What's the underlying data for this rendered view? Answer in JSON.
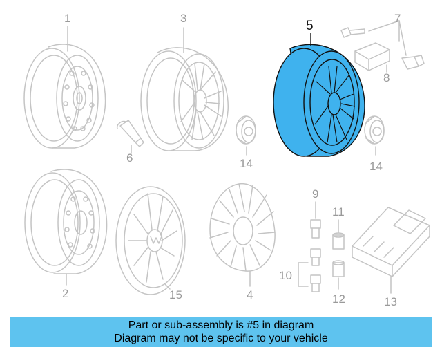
{
  "diagram": {
    "colors": {
      "line": "#c4c4c4",
      "highlight": "#3fb2ee",
      "highlight_stroke": "#111111"
    },
    "callouts": {
      "c1": "1",
      "c2": "2",
      "c3": "3",
      "c4": "4",
      "c5": "5",
      "c6": "6",
      "c7": "7",
      "c8": "8",
      "c9": "9",
      "c10": "10",
      "c11": "11",
      "c12": "12",
      "c13": "13",
      "c14a": "14",
      "c14b": "14",
      "c15": "15"
    },
    "highlighted_part": "5"
  },
  "banner": {
    "line1": "Part or sub-assembly is #5 in diagram",
    "line2": "Diagram may not be specific to your vehicle"
  }
}
